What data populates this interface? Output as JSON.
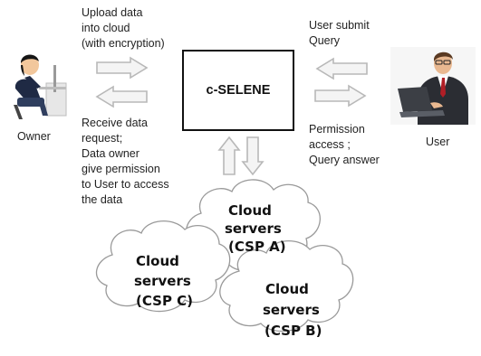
{
  "center": {
    "label": "c-SELENE"
  },
  "owner": {
    "label": "Owner",
    "upload_lines": [
      "Upload data",
      "into cloud",
      "(with encryption)"
    ],
    "receive_lines": [
      "Receive data",
      "request;",
      "Data owner",
      "give permission",
      "to User to access",
      "the data"
    ]
  },
  "user": {
    "label": "User",
    "submit_lines": [
      "User submit",
      "Query"
    ],
    "permission_lines": [
      "Permission",
      "access ;",
      "Query answer"
    ]
  },
  "clouds": [
    {
      "id": "csp-a",
      "lines": [
        "Cloud",
        "servers",
        "(CSP A)"
      ]
    },
    {
      "id": "csp-c",
      "lines": [
        "Cloud",
        "servers",
        "(CSP C)"
      ]
    },
    {
      "id": "csp-b",
      "lines": [
        "Cloud",
        "servers",
        "(CSP B)"
      ]
    }
  ],
  "colors": {
    "arrow_fill": "#f4f4f4",
    "arrow_stroke": "#b8b8b8",
    "cloud_fill": "#ffffff",
    "cloud_stroke": "#9a9a9a"
  },
  "icons": {
    "owner": "person-at-computer-icon",
    "user": "businessman-with-laptop-icon"
  }
}
